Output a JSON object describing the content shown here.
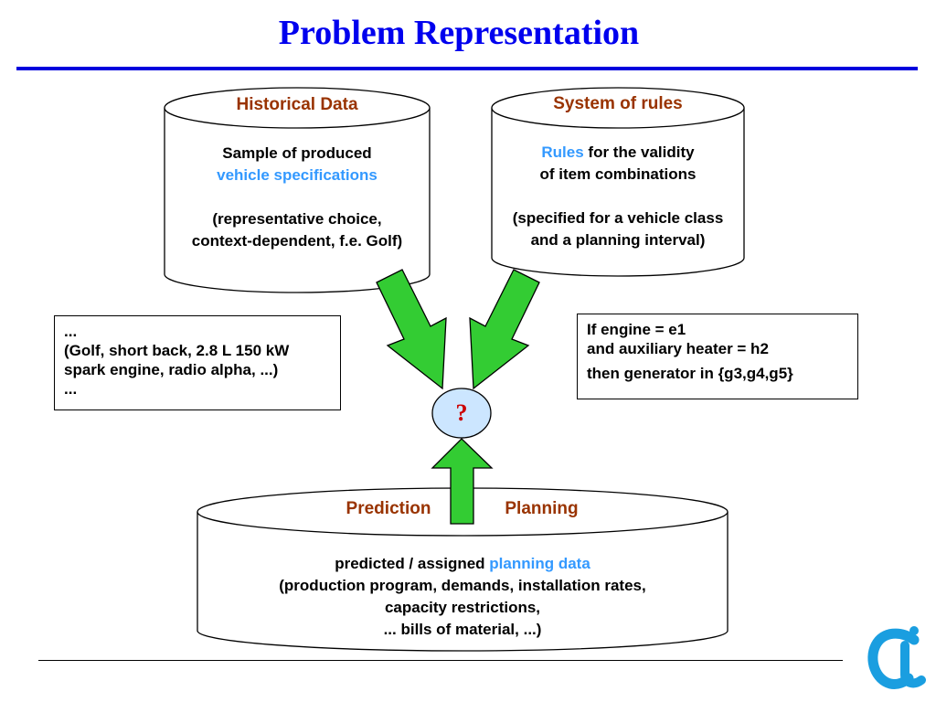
{
  "title": "Problem Representation",
  "historical": {
    "title": "Historical Data",
    "line1": "Sample of produced",
    "line2": "vehicle specifications",
    "line3": "(representative choice,",
    "line4": "context-dependent, f.e. Golf)"
  },
  "rules": {
    "title": "System of rules",
    "line1_blue": "Rules",
    "line1_rest": " for the validity",
    "line2": "of item combinations",
    "line3": "(specified for a vehicle class",
    "line4": "and a planning interval)"
  },
  "example_left": {
    "line1": "...",
    "line2": "(Golf, short back, 2.8 L 150 kW",
    "line3": "spark engine, radio alpha, ...)",
    "line4": "..."
  },
  "example_right": {
    "line1": "If  engine = e1",
    "line2": "and auxiliary heater = h2",
    "line3": "then  generator in {g3,g4,g5}"
  },
  "center": {
    "question": "?"
  },
  "planning": {
    "title_left": "Prediction",
    "title_right": "Planning",
    "line1_prefix": "predicted / assigned ",
    "line1_blue": "planning data",
    "line2": "(production program, demands, installation rates,",
    "line3": "capacity restrictions,",
    "line4": "... bills of material, ...)"
  },
  "logo": {
    "icon": "ci-logo",
    "text": "ci"
  },
  "colors": {
    "title": "#0000ee",
    "cylinder_title": "#993300",
    "highlight": "#3399ff",
    "arrow_fill": "#33cc33",
    "bubble_fill": "#cce6ff",
    "question": "#cc0000",
    "logo": "#1a9ee0"
  }
}
